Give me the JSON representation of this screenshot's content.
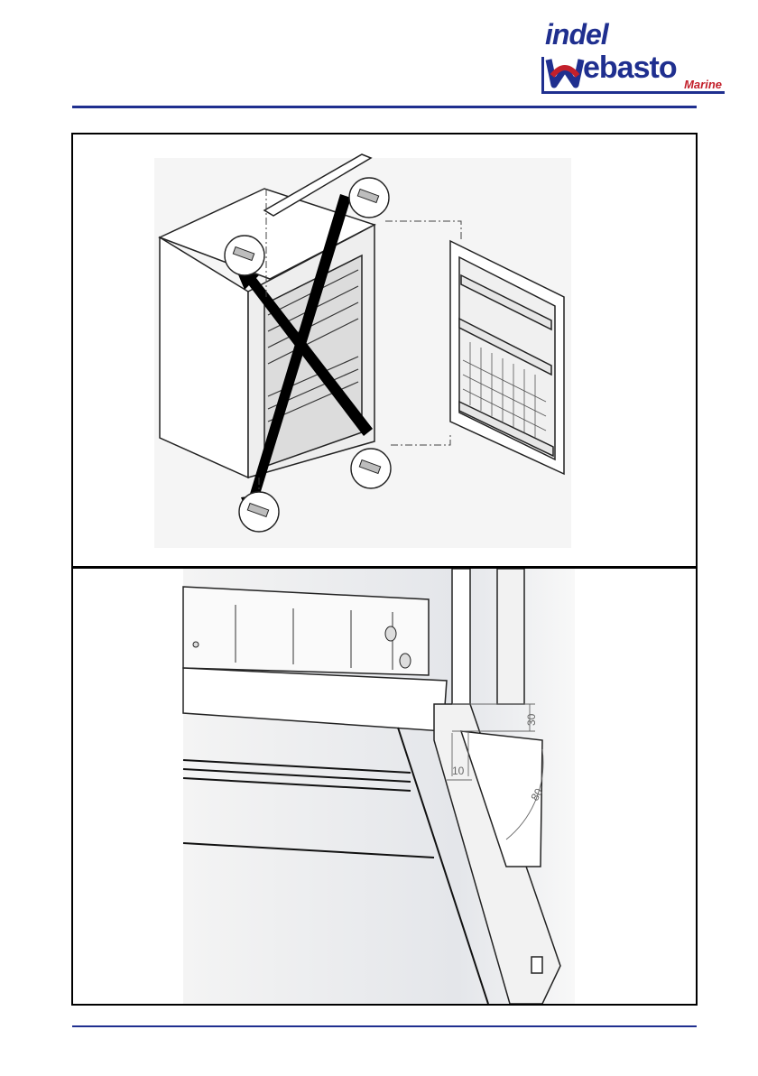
{
  "brand": {
    "name_top": "indel",
    "name_main": "Webasto",
    "name_sub": "Marine",
    "colors": {
      "primary": "#1f2f8f",
      "accent": "#c3202b"
    }
  },
  "figure_bottom": {
    "dimensions": [
      "30",
      "10",
      "80"
    ]
  }
}
